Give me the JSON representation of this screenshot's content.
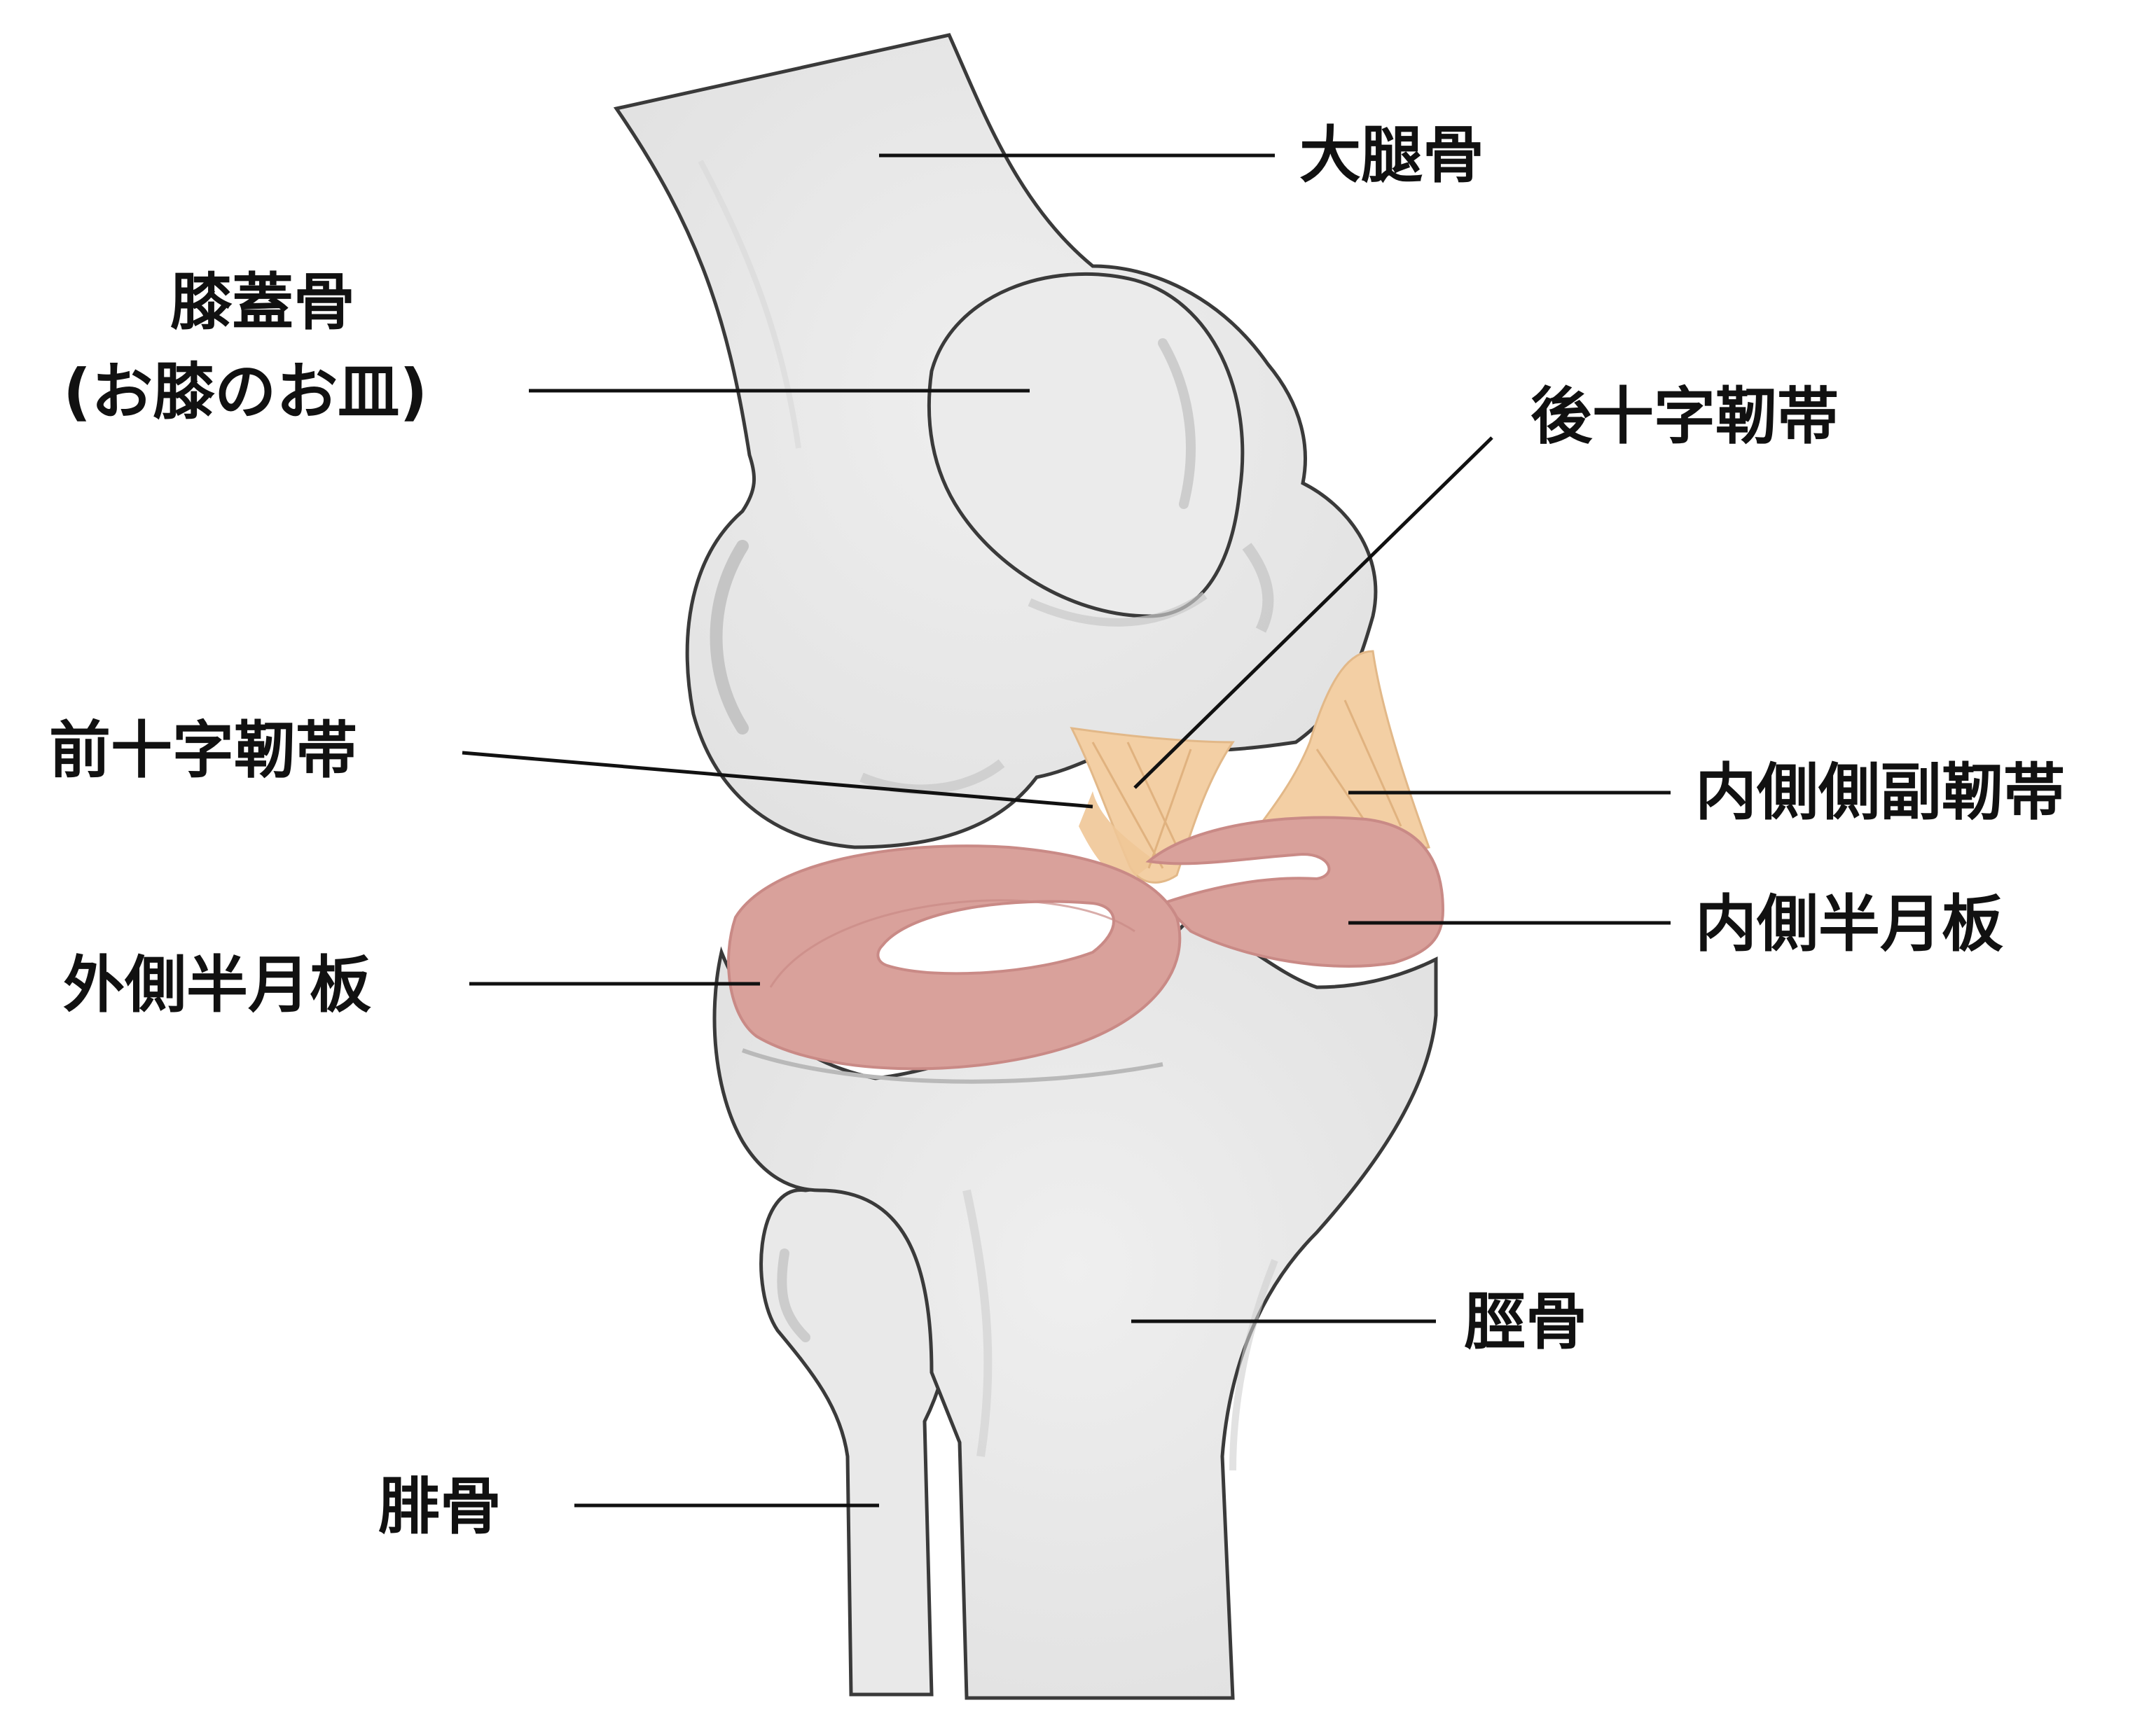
{
  "labels": {
    "femur": "大腿骨",
    "patella_name": "膝蓋骨",
    "patella_note": "(お膝のお皿)",
    "pcl": "後十字靭帯",
    "acl": "前十字靭帯",
    "mcl": "内側側副靭帯",
    "medial_meniscus": "内側半月板",
    "lateral_meniscus": "外側半月板",
    "tibia": "脛骨",
    "fibula": "腓骨"
  },
  "colors": {
    "bone": "#e8e8e8",
    "bone_shadow": "#c4c4c4",
    "outline": "#3a3a3a",
    "meniscus": "#d9a19b",
    "meniscus_edge": "#c98a86",
    "ligament": "#f3cfa4",
    "leader_line": "#111111"
  }
}
